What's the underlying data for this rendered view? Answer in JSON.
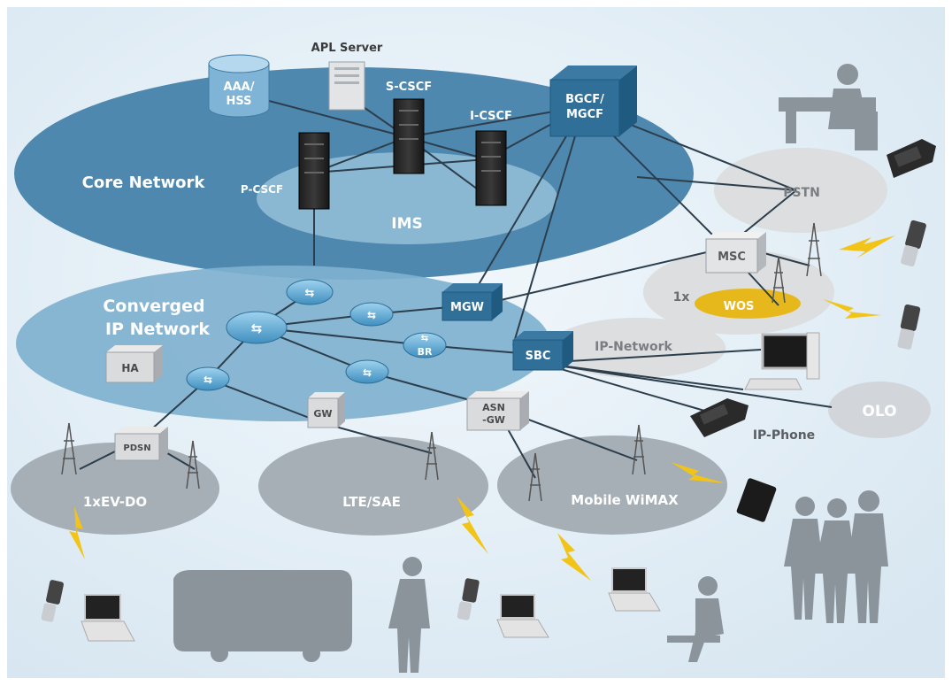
{
  "labels": {
    "core_network": "Core Network",
    "ims": "IMS",
    "apl_server": "APL Server",
    "aaa_hss_line1": "AAA/",
    "aaa_hss_line2": "HSS",
    "s_cscf": "S-CSCF",
    "i_cscf": "I-CSCF",
    "p_cscf": "P-CSCF",
    "bgcf_line1": "BGCF/",
    "bgcf_line2": "MGCF",
    "converged_line1": "Converged",
    "converged_line2": "IP Network",
    "mgw": "MGW",
    "br": "BR",
    "sbc": "SBC",
    "ha": "HA",
    "gw": "GW",
    "pdsn": "PDSN",
    "asn_gw_line1": "ASN",
    "asn_gw_line2": "-GW",
    "msc": "MSC",
    "one_x": "1x",
    "wos": "WOS",
    "pstn": "PSTN",
    "ip_network": "IP-Network",
    "olo": "OLO",
    "ip_phone": "IP-Phone",
    "evdo": "1xEV-DO",
    "lte": "LTE/SAE",
    "wimax": "Mobile WiMAX"
  },
  "colors": {
    "background": "#e3eef6",
    "core_network": "#4f88ae",
    "ims": "#8ab7d1",
    "converged": "#7fb1cf",
    "access": "#a6aeb6",
    "grey_cloud": "#dcdee0",
    "wos": "#e6b81c",
    "lightning": "#f2c418",
    "silhouette": "#8b949b"
  }
}
